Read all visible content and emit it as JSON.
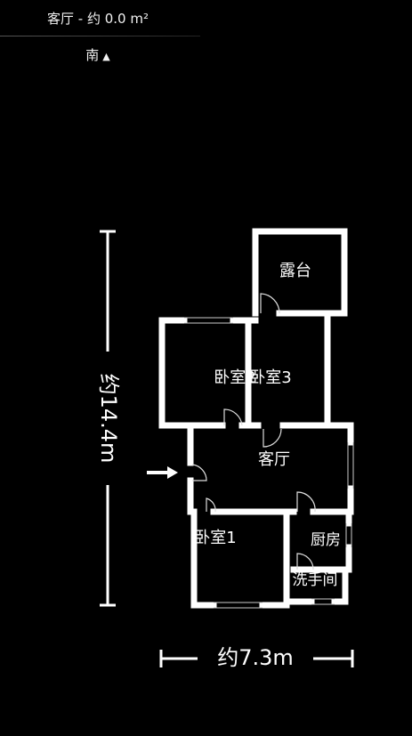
{
  "header": {
    "title": "客厅 - 约 0.0 m²",
    "orientation": "南",
    "orientation_arrow": "▲"
  },
  "plan": {
    "height_label": "约14.4m",
    "width_label": "约7.3m",
    "rooms": {
      "balcony": "露台",
      "bedroom2": "卧室2",
      "bedroom3": "卧室3",
      "living": "客厅",
      "bedroom1": "卧室1",
      "kitchen": "厨房",
      "bathroom": "洗手间"
    },
    "entrance_icon": "entrance-arrow-icon"
  }
}
